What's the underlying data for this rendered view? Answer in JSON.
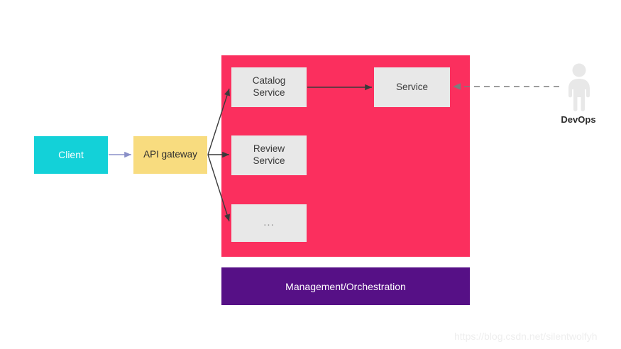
{
  "diagram": {
    "title_hidden": "",
    "client": {
      "label": "Client"
    },
    "gateway": {
      "label": "API gateway"
    },
    "services_container": {
      "boxes": [
        {
          "id": "catalog-service",
          "line1": "Catalog",
          "line2": "Service"
        },
        {
          "id": "review-service",
          "line1": "Review",
          "line2": "Service"
        },
        {
          "id": "more-services",
          "line1": "...",
          "line2": ""
        },
        {
          "id": "service",
          "line1": "Service",
          "line2": ""
        }
      ]
    },
    "management_bar": {
      "label": "Management/Orchestration"
    },
    "devops": {
      "label": "DevOps",
      "icon": "person-icon"
    },
    "watermark": {
      "text": "https://blog.csdn.net/silentwolfyh"
    }
  },
  "colors": {
    "client_bg": "#13d1d8",
    "gateway_bg": "#f8dc7f",
    "container_bg": "#fb2f5e",
    "management_bg": "#561086",
    "service_bg": "#e8e8e8",
    "arrow": "#3a3a3a",
    "client_arrow": "#8a90c8",
    "dashed_arrow": "#9a9a9a",
    "person": "#e8e8e8",
    "watermark": "#eeeeee"
  }
}
